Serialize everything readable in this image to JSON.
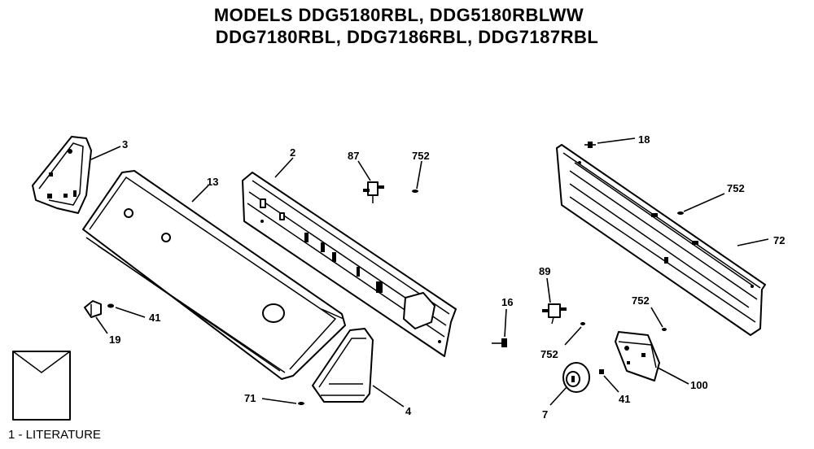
{
  "title": {
    "line1": "MODELS DDG5180RBL, DDG5180RBLWW",
    "line2": "DDG7180RBL, DDG7186RBL, DDG7187RBL"
  },
  "labels": {
    "p3": "3",
    "p2": "2",
    "p13": "13",
    "p87": "87",
    "p752a": "752",
    "p18": "18",
    "p752b": "752",
    "p72": "72",
    "p89": "89",
    "p16": "16",
    "p752c": "752",
    "p752d": "752",
    "p41a": "41",
    "p19": "19",
    "p71": "71",
    "p4": "4",
    "p7": "7",
    "p41b": "41",
    "p100": "100"
  },
  "literature": "1 - LITERATURE"
}
